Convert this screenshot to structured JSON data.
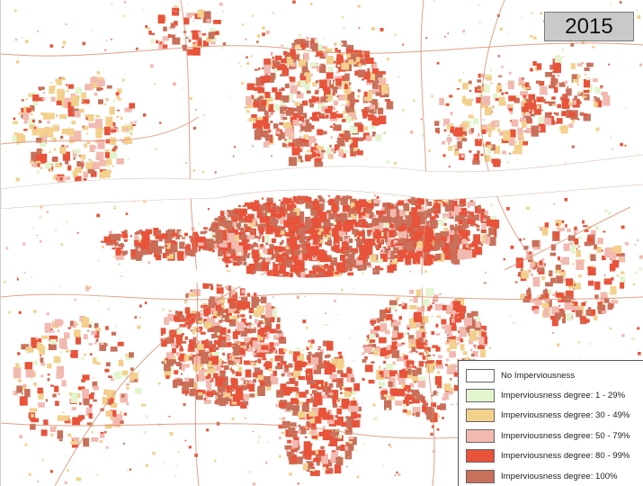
{
  "map": {
    "year": "2015",
    "colors": {
      "background": "#ffffff",
      "road": "#d98a6a",
      "river": "#ffffff"
    }
  },
  "legend": {
    "items": [
      {
        "label": "No Imperviousness",
        "color": "#ffffff"
      },
      {
        "label": "Imperviousness degree: 1 - 29%",
        "color": "#e3f5cf"
      },
      {
        "label": "Imperviousness degree: 30 - 49%",
        "color": "#f3d08c"
      },
      {
        "label": "Imperviousness degree: 50 - 79%",
        "color": "#f2b9b0"
      },
      {
        "label": "Imperviousness degree: 80 - 99%",
        "color": "#e8533a"
      },
      {
        "label": "Imperviousness degree: 100%",
        "color": "#c8705a"
      }
    ]
  }
}
